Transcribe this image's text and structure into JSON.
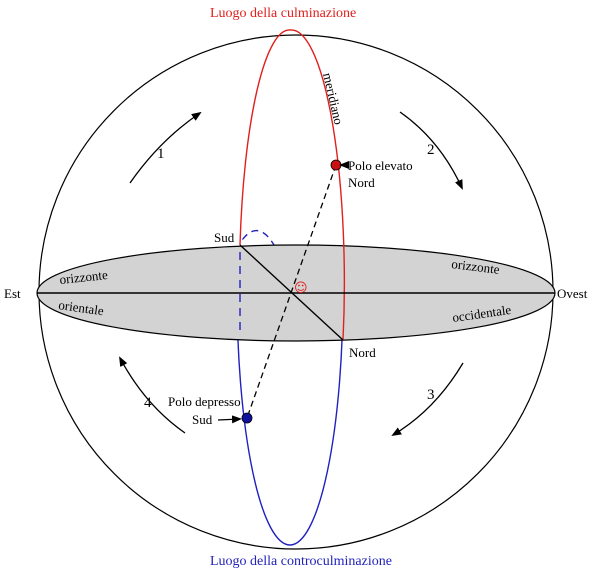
{
  "colors": {
    "meridian_upper": "#e0201c",
    "meridian_lower": "#2020c0",
    "horizon_fill": "#d3d3d3",
    "pole_elevated": "#cc1111",
    "pole_depressed": "#1010a0"
  },
  "labels": {
    "culmination": "Luogo della culminazione",
    "anticulmination": "Luogo della controculminazione",
    "meridian": "meridiano",
    "east": "Est",
    "west": "Ovest",
    "south_top": "Sud",
    "north_bottom": "Nord",
    "horizon_east_top": "orizzonte",
    "horizon_east_bottom": "orientale",
    "horizon_west_top": "orizzonte",
    "horizon_west_bottom": "occidentale",
    "pole_elevated_line1": "Polo elevato",
    "pole_elevated_line2": "Nord",
    "pole_depressed_line1": "Polo depresso",
    "pole_depressed_line2": "Sud",
    "observer_symbol": "☺"
  },
  "rotation_steps": [
    "1",
    "2",
    "3",
    "4"
  ]
}
